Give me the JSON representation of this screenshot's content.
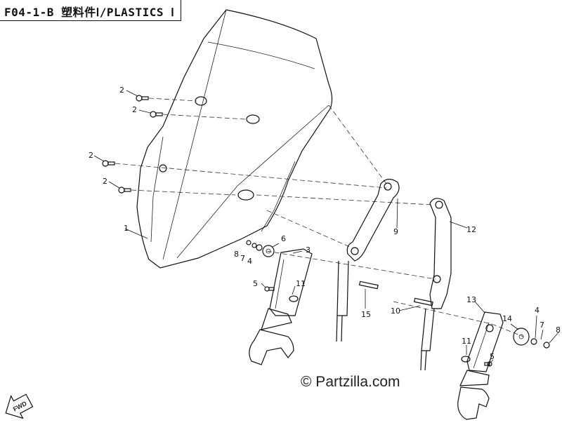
{
  "header": {
    "title": "F04-1-B 塑料件Ⅰ/PLASTICS Ⅰ"
  },
  "copyright": "© Partzilla.com",
  "fwd_arrow_label": "FWD",
  "callouts": [
    {
      "id": "c1",
      "label": "1"
    },
    {
      "id": "c2a",
      "label": "2"
    },
    {
      "id": "c2b",
      "label": "2"
    },
    {
      "id": "c2c",
      "label": "2"
    },
    {
      "id": "c2d",
      "label": "2"
    },
    {
      "id": "c3",
      "label": "3"
    },
    {
      "id": "c4a",
      "label": "4"
    },
    {
      "id": "c4b",
      "label": "4"
    },
    {
      "id": "c5a",
      "label": "5"
    },
    {
      "id": "c5b",
      "label": "5"
    },
    {
      "id": "c6",
      "label": "6"
    },
    {
      "id": "c7a",
      "label": "7"
    },
    {
      "id": "c7b",
      "label": "7"
    },
    {
      "id": "c8a",
      "label": "8"
    },
    {
      "id": "c8b",
      "label": "8"
    },
    {
      "id": "c9",
      "label": "9"
    },
    {
      "id": "c10",
      "label": "10"
    },
    {
      "id": "c11a",
      "label": "11"
    },
    {
      "id": "c11b",
      "label": "11"
    },
    {
      "id": "c12",
      "label": "12"
    },
    {
      "id": "c13",
      "label": "13"
    },
    {
      "id": "c14",
      "label": "14"
    },
    {
      "id": "c15",
      "label": "15"
    }
  ]
}
